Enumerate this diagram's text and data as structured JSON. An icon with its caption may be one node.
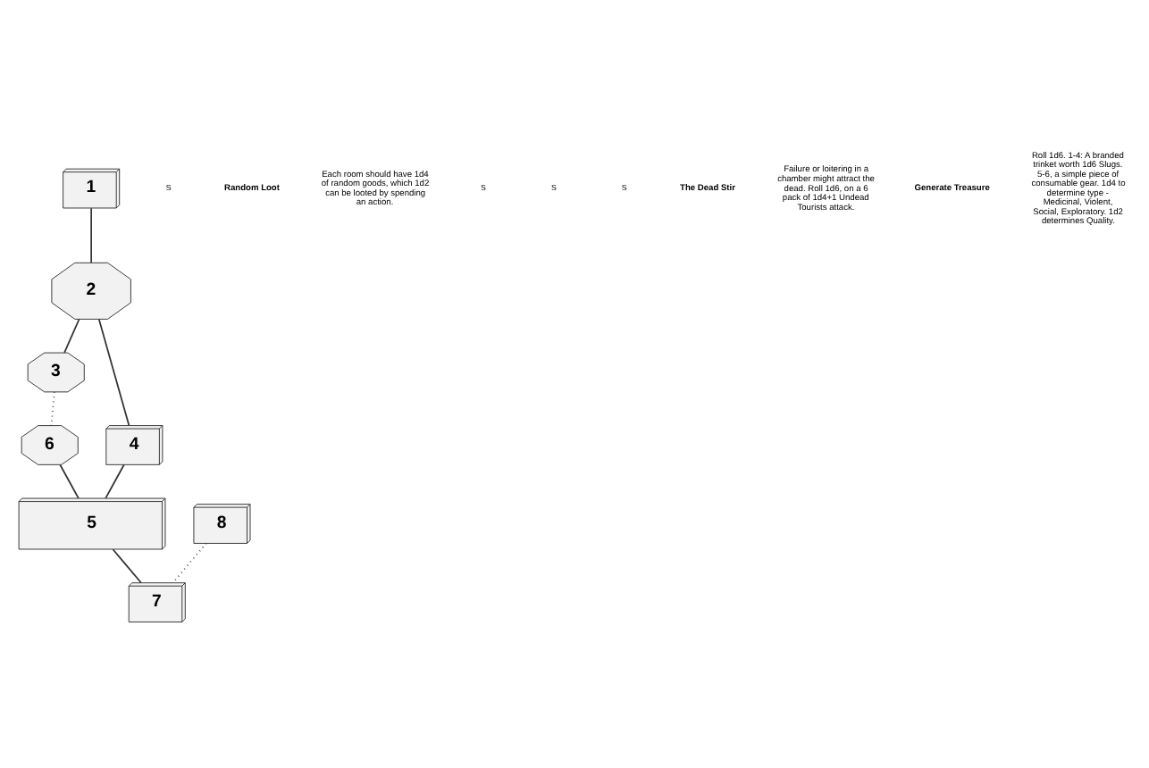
{
  "diagram": {
    "nodes": [
      {
        "text": [
          "1"
        ]
      },
      {
        "text": [
          "2"
        ]
      },
      {
        "text": [
          "3"
        ]
      },
      {
        "text": [
          "4"
        ]
      },
      {
        "text": [
          "5"
        ]
      },
      {
        "text": [
          "6"
        ]
      },
      {
        "text": [
          "7"
        ]
      },
      {
        "text": [
          "8"
        ]
      }
    ],
    "edges": [
      {
        "from": 0,
        "to": 1,
        "arrow": "none"
      },
      {
        "from": 1,
        "to": 2,
        "arrow": "none"
      },
      {
        "from": 1,
        "to": 3,
        "arrow": "none"
      },
      {
        "from": 3,
        "to": 4,
        "arrow": "none"
      },
      {
        "from": 5,
        "to": 4,
        "arrow": "none"
      },
      {
        "from": 4,
        "to": 6,
        "arrow": "none"
      },
      {
        "from": 2,
        "to": 5,
        "arrow": "none",
        "style": "dashed"
      },
      {
        "from": 7,
        "to": 6,
        "arrow": "none",
        "style": "dashed"
      }
    ],
    "labels": [
      "S",
      "Random Loot",
      "Each room should have 1d4 of random goods, which 1d2 can be looted by spending an action.",
      "S",
      "S",
      "S",
      "The Dead Stir",
      "Failure or loitering in a chamber might attract the dead. Roll 1d6, on a 6 pack of 1d4+1 Undead Tourists attack.",
      "Generate Treasure",
      "Roll 1d6. 1-4: A branded trinket worth 1d6 Slugs. 5-6, a simple piece of consumable gear. 1d4 to determine type - Medicinal, Violent, Social, Exploratory. 1d2 determines Quality."
    ]
  }
}
